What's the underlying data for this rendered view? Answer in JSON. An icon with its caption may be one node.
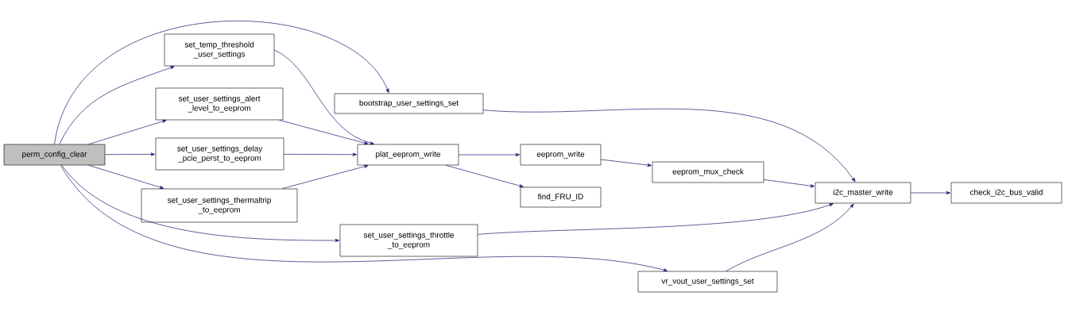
{
  "diagram": {
    "nodes": [
      {
        "text": [
          "perm_config_clear"
        ]
      },
      {
        "text": [
          "set_temp_threshold _user_settings"
        ]
      },
      {
        "text": [
          "set_user_settings_alert _level_to_eeprom"
        ]
      },
      {
        "text": [
          "set_user_settings_delay _pcie_perst_to_eeprom"
        ]
      },
      {
        "text": [
          "set_user_settings_thermaltrip _to_eeprom"
        ]
      },
      {
        "text": [
          "bootstrap_user_settings_set"
        ]
      },
      {
        "text": [
          "plat_eeprom_write"
        ]
      },
      {
        "text": [
          "set_user_settings_throttle _to_eeprom"
        ]
      },
      {
        "text": [
          "vr_vout_user_settings_set"
        ]
      },
      {
        "text": [
          "eeprom_write"
        ]
      },
      {
        "text": [
          "find_FRU_ID"
        ]
      },
      {
        "text": [
          "eeprom_mux_check"
        ]
      },
      {
        "text": [
          "i2c_master_write"
        ]
      },
      {
        "text": [
          "check_i2c_bus_valid"
        ]
      }
    ],
    "edges": [
      {
        "from": 0,
        "to": 1,
        "arrow": "to"
      },
      {
        "from": 0,
        "to": 5,
        "arrow": "to"
      },
      {
        "from": 0,
        "to": 2,
        "arrow": "to"
      },
      {
        "from": 0,
        "to": 3,
        "arrow": "to"
      },
      {
        "from": 0,
        "to": 4,
        "arrow": "to"
      },
      {
        "from": 0,
        "to": 7,
        "arrow": "to"
      },
      {
        "from": 0,
        "to": 8,
        "arrow": "to"
      },
      {
        "from": 1,
        "to": 6,
        "arrow": "to"
      },
      {
        "from": 2,
        "to": 6,
        "arrow": "to"
      },
      {
        "from": 3,
        "to": 6,
        "arrow": "to"
      },
      {
        "from": 4,
        "to": 6,
        "arrow": "to"
      },
      {
        "from": 5,
        "to": 12,
        "arrow": "to"
      },
      {
        "from": 6,
        "to": 9,
        "arrow": "to"
      },
      {
        "from": 6,
        "to": 10,
        "arrow": "to"
      },
      {
        "from": 9,
        "to": 11,
        "arrow": "to"
      },
      {
        "from": 11,
        "to": 12,
        "arrow": "to"
      },
      {
        "from": 7,
        "to": 12,
        "arrow": "to"
      },
      {
        "from": 8,
        "to": 12,
        "arrow": "to"
      },
      {
        "from": 12,
        "to": 13,
        "arrow": "to"
      }
    ]
  }
}
